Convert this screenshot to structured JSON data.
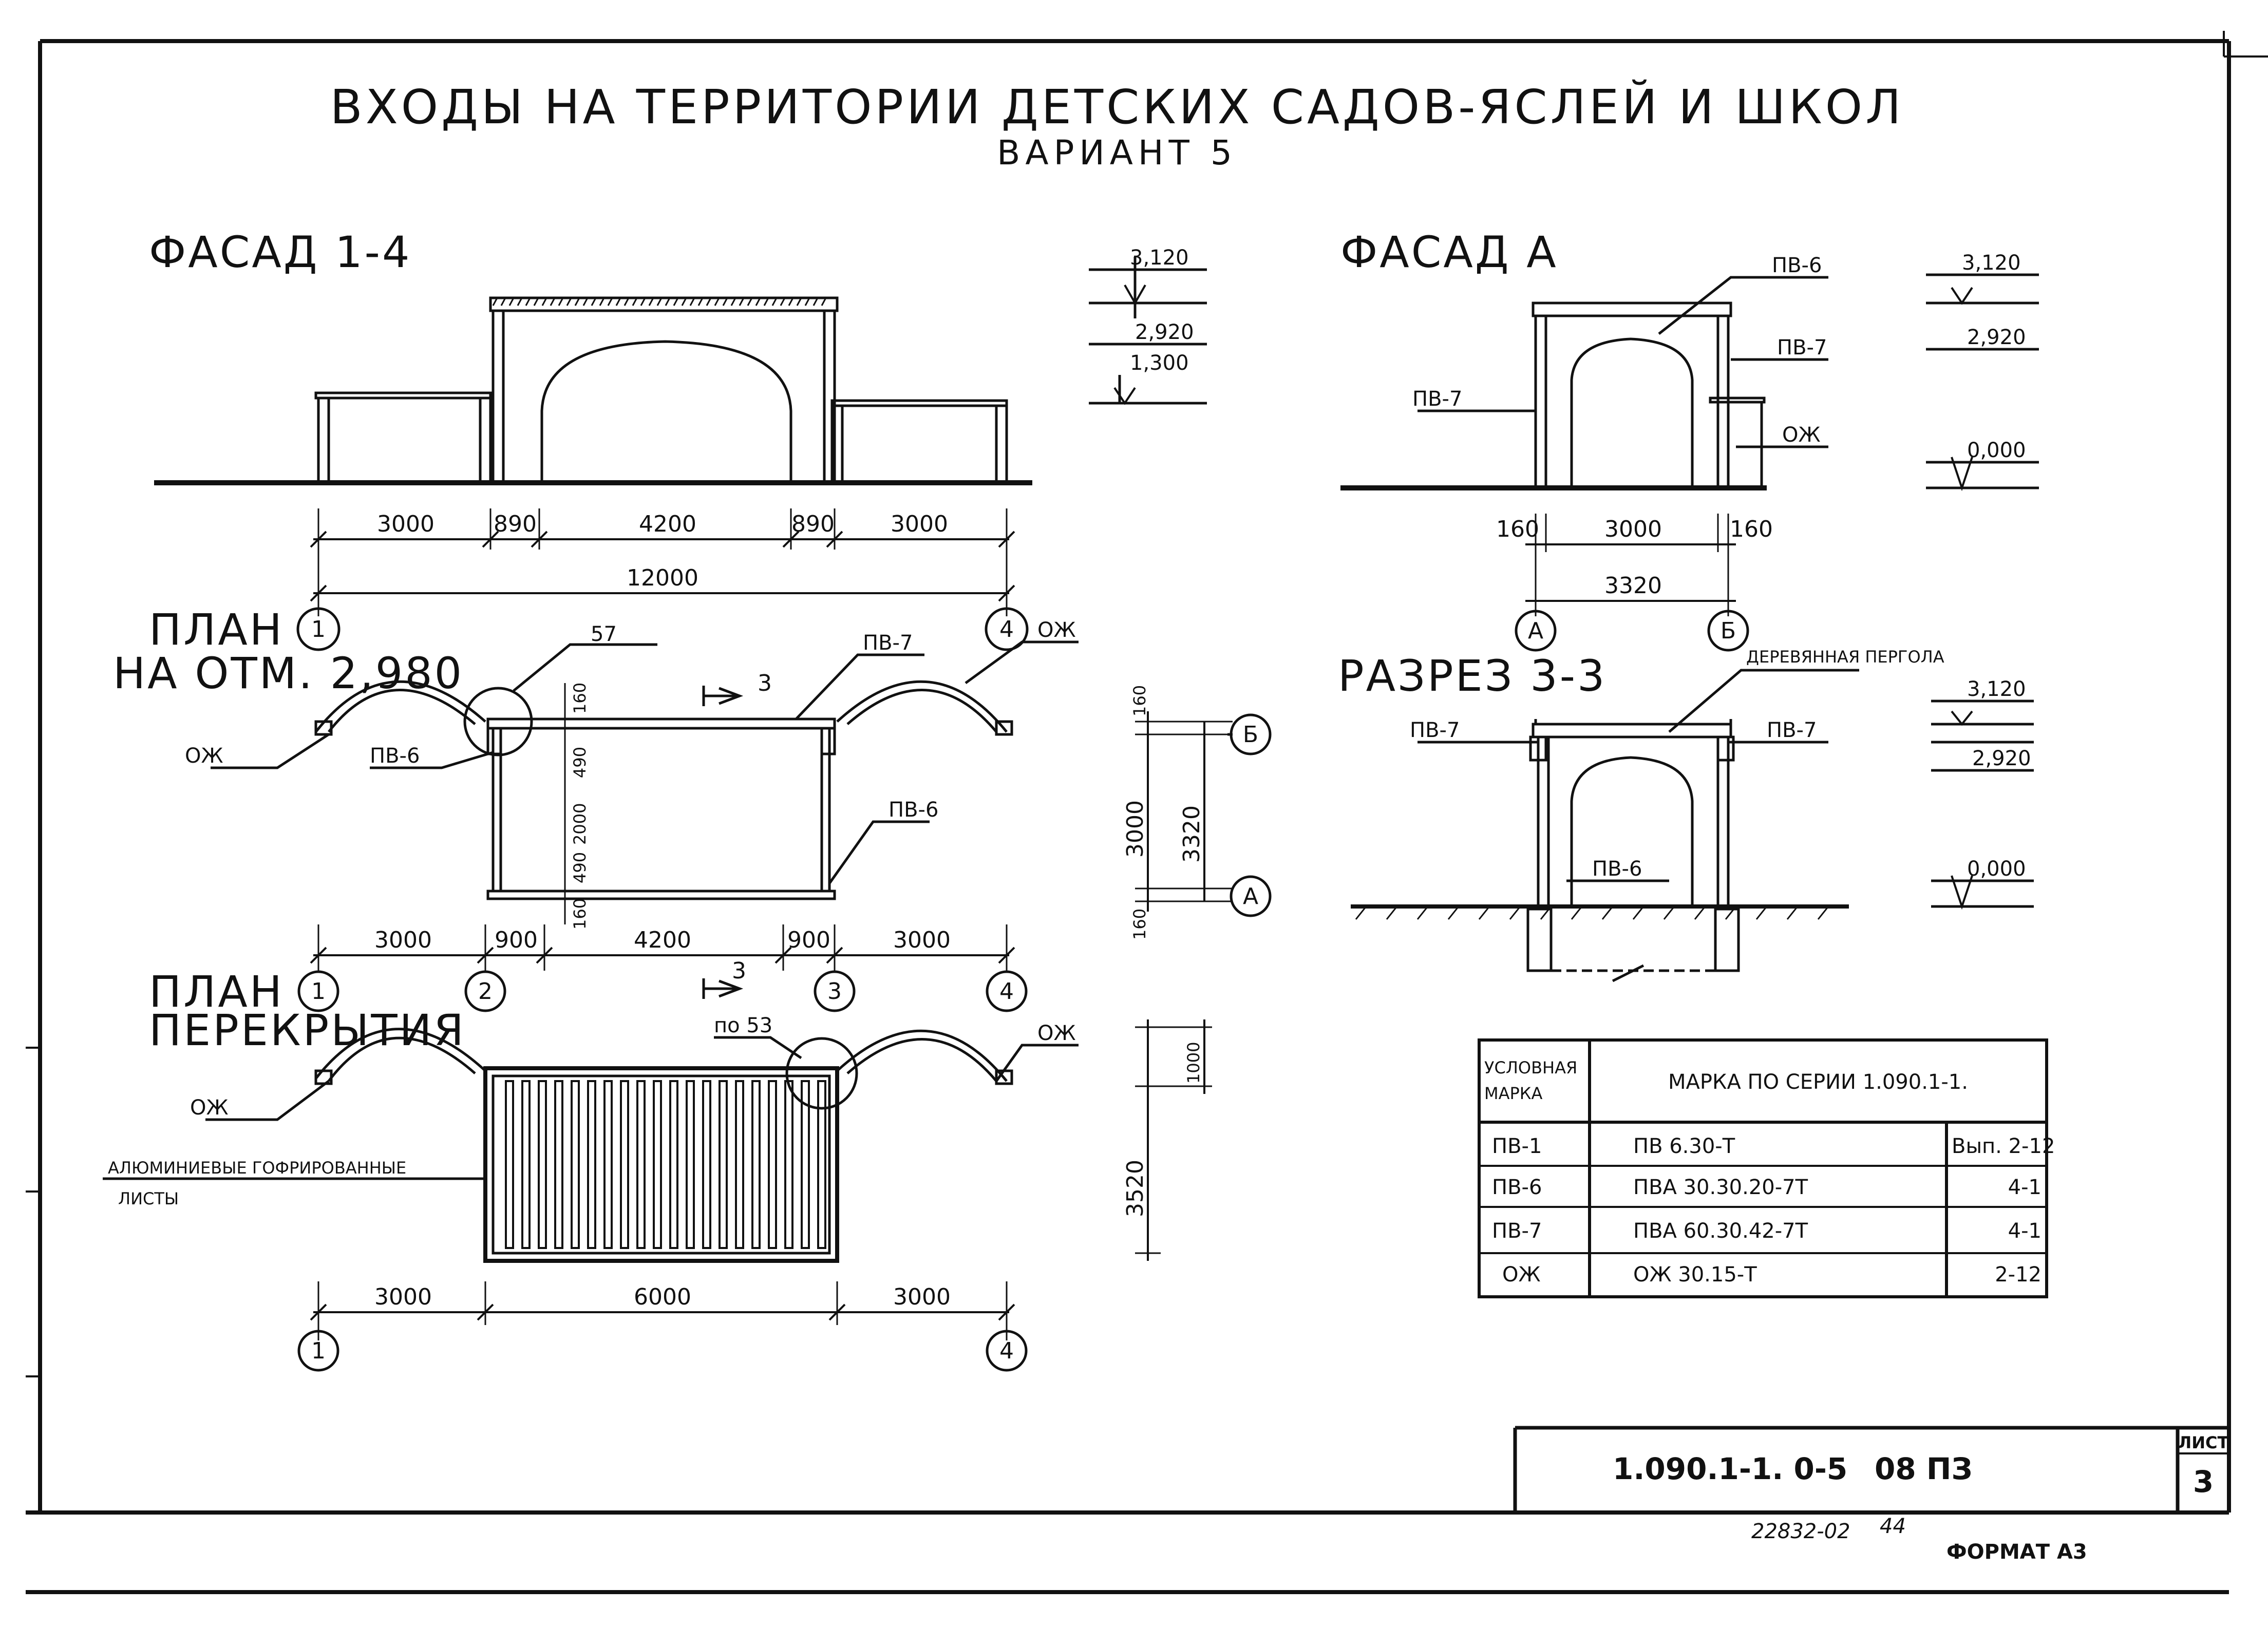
{
  "title": "ВХОДЫ НА ТЕРРИТОРИИ ДЕТСКИХ САДОВ-ЯСЛЕЙ И ШКОЛ",
  "subtitle": "ВАРИАНТ 5",
  "facade14": {
    "heading": "ФАСАД 1-4",
    "dims_top": [
      "3000",
      "890",
      "4200",
      "890",
      "3000"
    ],
    "dim_total": "12000",
    "axis_left": "1",
    "axis_right": "4",
    "levels": [
      "3,120",
      "2,920",
      "1,300"
    ]
  },
  "facadeA": {
    "heading": "ФАСАД А",
    "labels": [
      "ПВ-6",
      "ПВ-7",
      "ПВ-7",
      "ОЖ"
    ],
    "dims": [
      "160",
      "3000",
      "160"
    ],
    "dim_total": "3320",
    "axis_left": "А",
    "axis_right": "Б",
    "levels": [
      "3,120",
      "2,920",
      "0,000"
    ]
  },
  "plan": {
    "heading_line1": "ПЛАН",
    "heading_line2": "НА ОТМ. 2,980",
    "node": "57",
    "section_mark": "3",
    "labels": [
      "ПВ-7",
      "ОЖ",
      "ОЖ",
      "ПВ-6",
      "ПВ-6"
    ],
    "vdims": [
      "160",
      "490",
      "2000",
      "490",
      "160"
    ],
    "dims": [
      "3000",
      "900",
      "4200",
      "900",
      "3000"
    ],
    "axes": [
      "1",
      "2",
      "3",
      "4"
    ],
    "side_dims": [
      "160",
      "3000",
      "3320",
      "160"
    ],
    "side_axes": [
      "Б",
      "А"
    ]
  },
  "section": {
    "heading": "РАЗРЕЗ 3-3",
    "note": "ДЕРЕВЯННАЯ ПЕРГОЛА",
    "labels": [
      "ПВ-7",
      "ПВ-7",
      "ПВ-6"
    ],
    "levels": [
      "3,120",
      "2,920",
      "0,000"
    ]
  },
  "roofplan": {
    "heading_line1": "ПЛАН",
    "heading_line2": "ПЕРЕКРЫТИЯ",
    "node": "по 53",
    "labels": [
      "ОЖ",
      "ОЖ"
    ],
    "note_line1": "АЛЮМИНИЕВЫЕ ГОФРИРОВАННЫЕ",
    "note_line2": "ЛИСТЫ",
    "dims": [
      "3000",
      "6000",
      "3000"
    ],
    "axes": [
      "1",
      "4"
    ],
    "side_dims": [
      "1000",
      "3520"
    ]
  },
  "table": {
    "header_col1_line1": "УСЛОВНАЯ",
    "header_col1_line2": "МАРКА",
    "header_col2": "МАРКА ПО СЕРИИ 1.090.1-1.",
    "rows": [
      {
        "code": "ПВ-1",
        "mark": "ПВ 6.30-Т",
        "ref": "Вып. 2-12"
      },
      {
        "code": "ПВ-6",
        "mark": "ПВА 30.30.20-7Т",
        "ref": "4-1"
      },
      {
        "code": "ПВ-7",
        "mark": "ПВА 60.30.42-7Т",
        "ref": "4-1"
      },
      {
        "code": "ОЖ",
        "mark": "ОЖ 30.15-Т",
        "ref": "2-12"
      }
    ]
  },
  "stamp": {
    "code": "1.090.1-1. 0-5",
    "doc": "08 ПЗ",
    "sheet_label": "ЛИСТ",
    "sheet_no": "3"
  },
  "footer": {
    "inv": "22832-02",
    "page": "44",
    "format": "ФОРМАТ А3"
  }
}
